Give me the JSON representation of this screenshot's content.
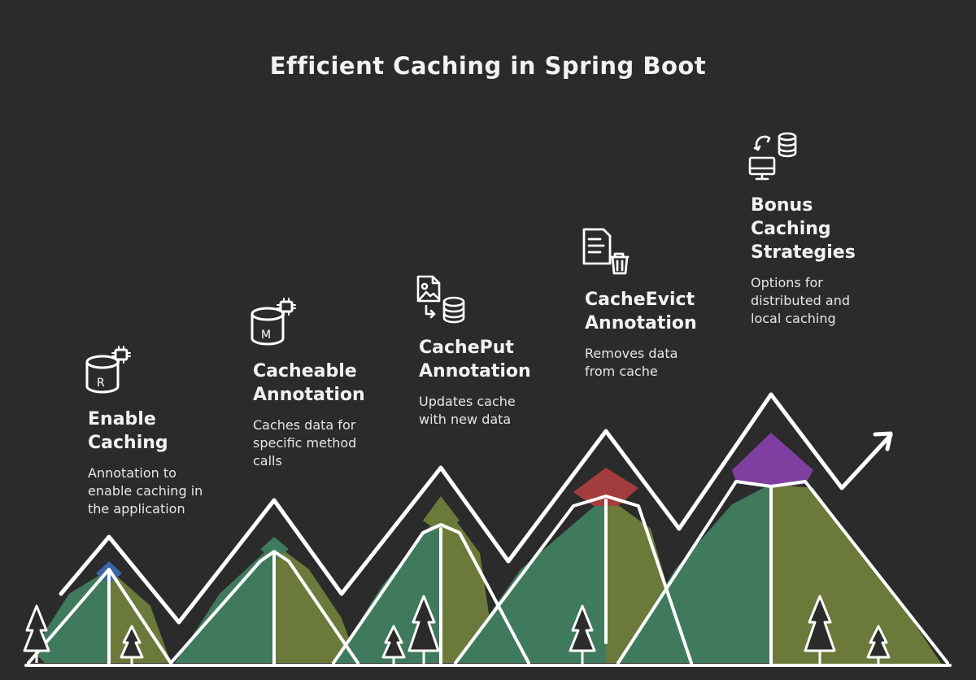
{
  "title": "Efficient Caching in Spring Boot",
  "steps": [
    {
      "heading_1": "Enable",
      "heading_2": "Caching",
      "desc_1": "Annotation to",
      "desc_2": "enable caching in",
      "desc_3": "the application",
      "icon": "redis-database-icon",
      "peak_color": "#3d64a8"
    },
    {
      "heading_1": "Cacheable",
      "heading_2": "Annotation",
      "desc_1": "Caches data for",
      "desc_2": "specific method",
      "desc_3": "calls",
      "icon": "memory-database-icon",
      "peak_color": "#3f7a5c"
    },
    {
      "heading_1": "CachePut",
      "heading_2": "Annotation",
      "desc_1": "Updates cache",
      "desc_2": "with new data",
      "icon": "image-to-database-icon",
      "peak_color": "#6b7a3a"
    },
    {
      "heading_1": "CacheEvict",
      "heading_2": "Annotation",
      "desc_1": "Removes data",
      "desc_2": "from cache",
      "icon": "document-delete-icon",
      "peak_color": "#a33d3d"
    },
    {
      "heading_1": "Bonus",
      "heading_2": "Caching",
      "heading_3": "Strategies",
      "desc_1": "Options for",
      "desc_2": "distributed and",
      "desc_3": "local caching",
      "icon": "sync-server-database-icon",
      "peak_color": "#7f3fa0"
    }
  ],
  "colors": {
    "background": "#2b2b2b",
    "line": "#ffffff",
    "green": "#3f7a5c",
    "olive": "#6b7a3a"
  }
}
